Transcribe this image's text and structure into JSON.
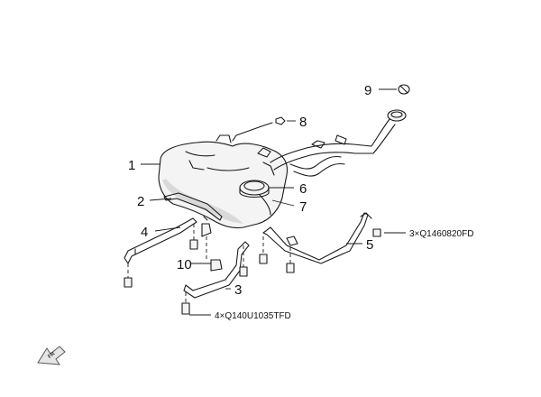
{
  "callouts": [
    {
      "id": "1",
      "label": "1"
    },
    {
      "id": "2",
      "label": "2"
    },
    {
      "id": "3",
      "label": "3"
    },
    {
      "id": "4",
      "label": "4"
    },
    {
      "id": "5",
      "label": "5"
    },
    {
      "id": "6",
      "label": "6"
    },
    {
      "id": "7",
      "label": "7"
    },
    {
      "id": "8",
      "label": "8"
    },
    {
      "id": "9",
      "label": "9"
    },
    {
      "id": "10",
      "label": "10"
    }
  ],
  "fastener_specs": {
    "upper": "3×Q1460820FD",
    "lower": "4×Q140U1035TFD"
  },
  "orientation": {
    "label": "FR",
    "icon": "front-arrow-icon"
  }
}
